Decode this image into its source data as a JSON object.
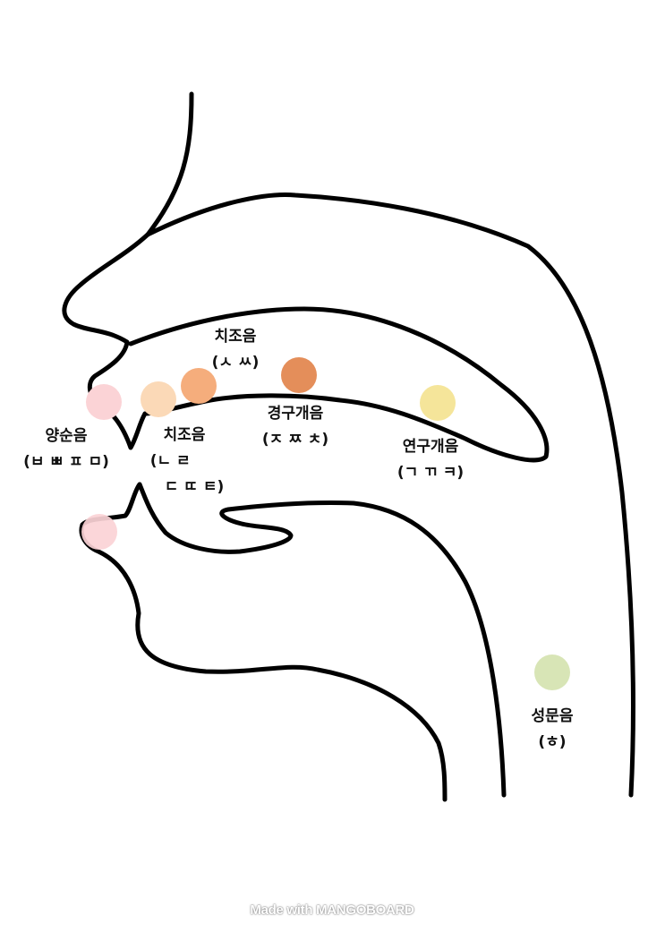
{
  "labels": {
    "dental_upper": {
      "name": "치조음",
      "chars": "(ㅅ ㅆ)"
    },
    "bilabial": {
      "name": "양순음",
      "chars": "(ㅂ ㅃ ㅍ ㅁ)"
    },
    "dental_lower": {
      "name": "치조음",
      "chars_line1": "(ㄴ ㄹ",
      "chars_line2": "ㄷ ㄸ ㅌ)"
    },
    "palatal": {
      "name": "경구개음",
      "chars": "(ㅈ ㅉ ㅊ)"
    },
    "velar": {
      "name": "연구개음",
      "chars": "(ㄱ ㄲ ㅋ)"
    },
    "glottal": {
      "name": "성문음",
      "chars": "(ㅎ)"
    }
  },
  "dot_colors": {
    "bilabial": "#fbd3d6",
    "alveolar_light": "#fbd9b7",
    "alveolar_orange": "#f5ad7c",
    "palatal": "#e48e5a",
    "velar": "#f5e59a",
    "glottal": "#d8e5b6"
  },
  "watermark": "Made with MANGOBOARD"
}
